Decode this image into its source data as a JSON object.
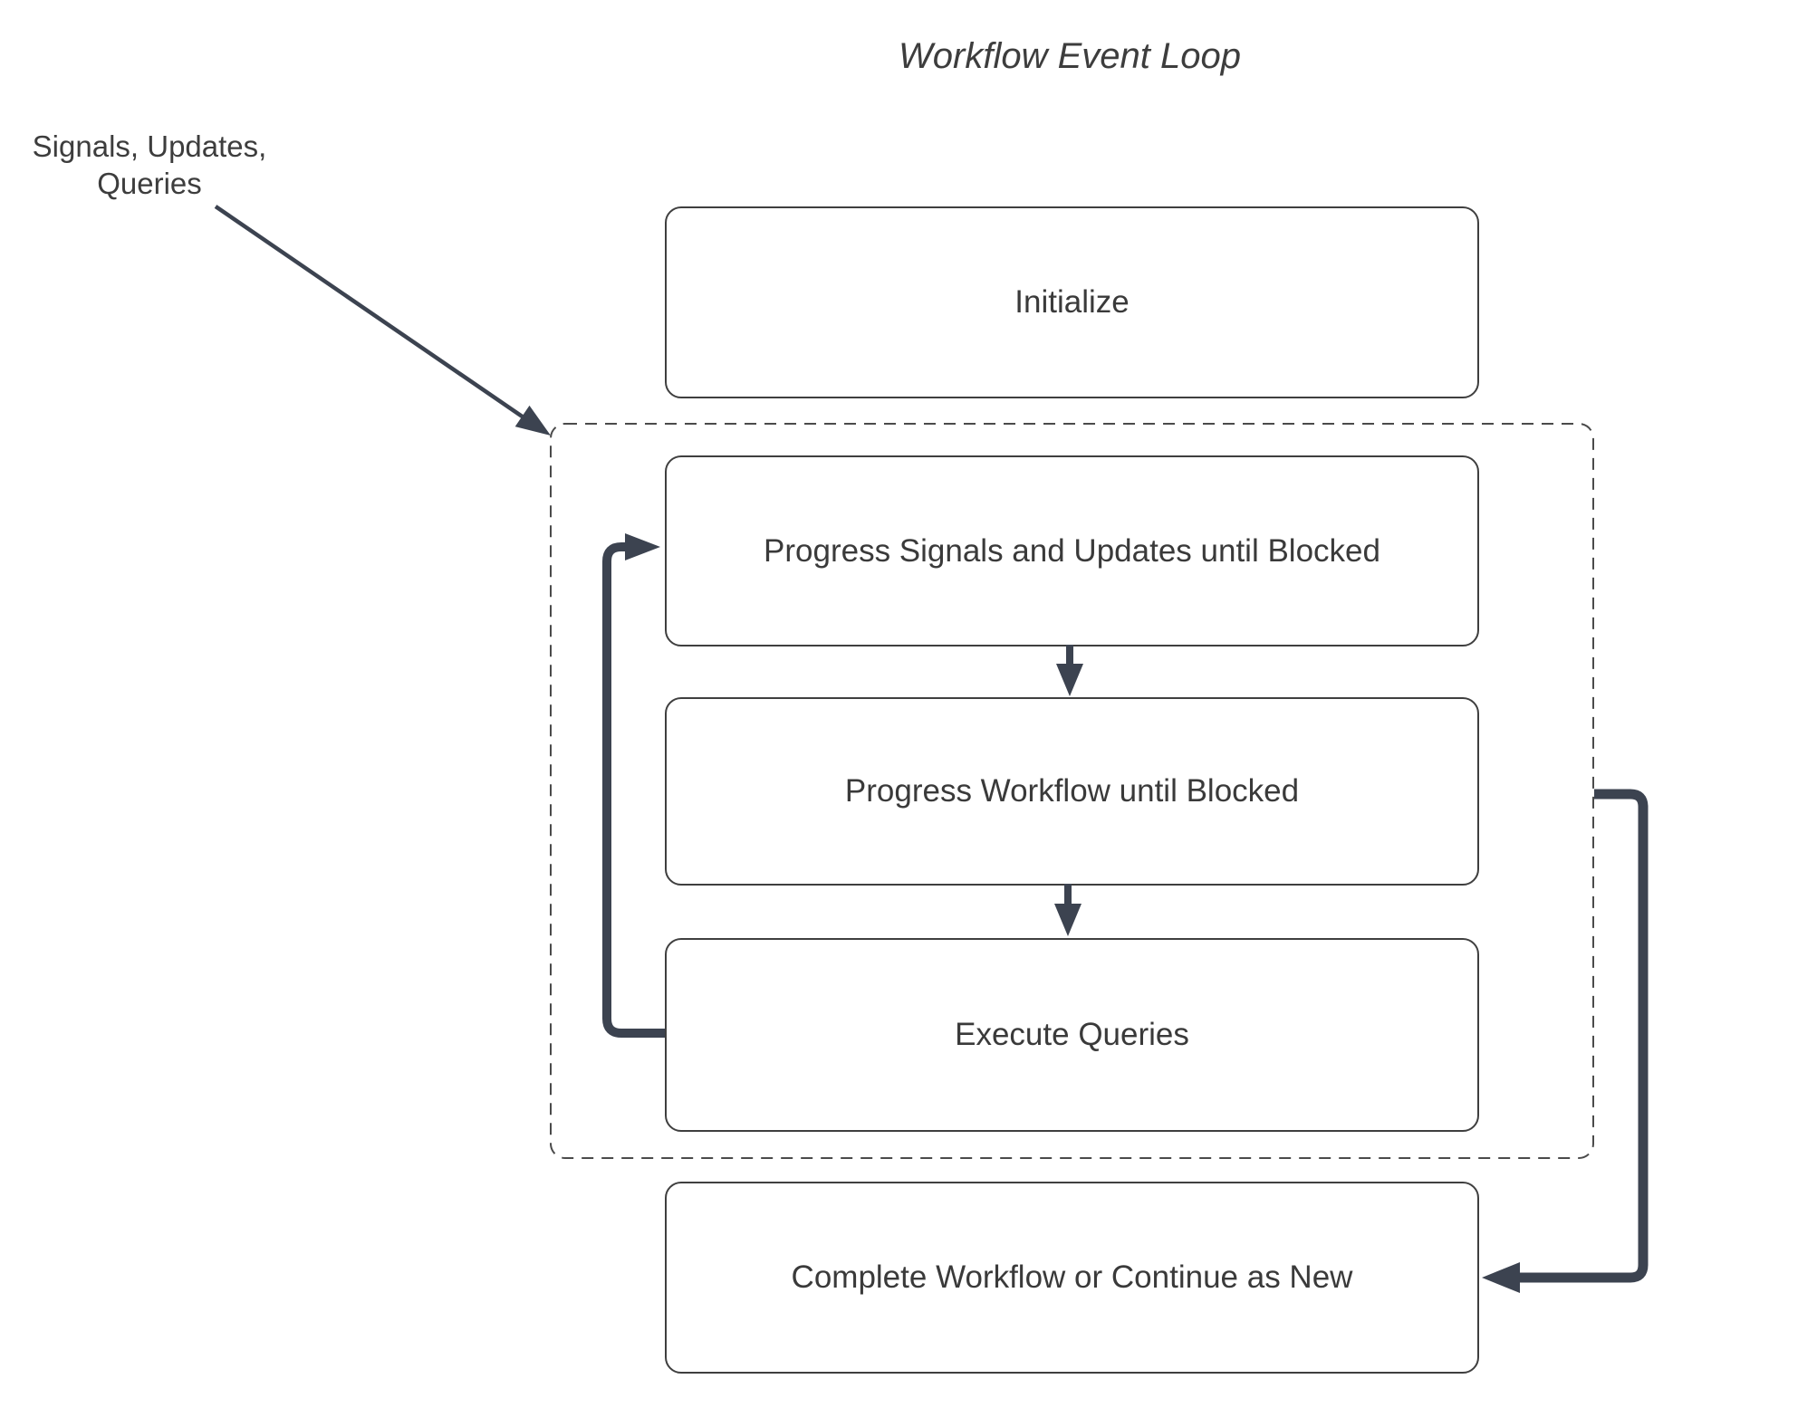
{
  "title": "Workflow Event Loop",
  "annotation": {
    "line1": "Signals, Updates,",
    "line2": "Queries"
  },
  "nodes": {
    "initialize": "Initialize",
    "progress_signals": "Progress Signals and Updates until Blocked",
    "progress_workflow": "Progress Workflow until Blocked",
    "execute_queries": "Execute Queries",
    "complete_workflow": "Complete Workflow or Continue as New"
  },
  "colors": {
    "arrow": "#3c4350",
    "node_border": "#3f3f3f",
    "node_text": "#3a3a3a",
    "dashed_border": "#4a4a4a",
    "background": "#ffffff"
  }
}
